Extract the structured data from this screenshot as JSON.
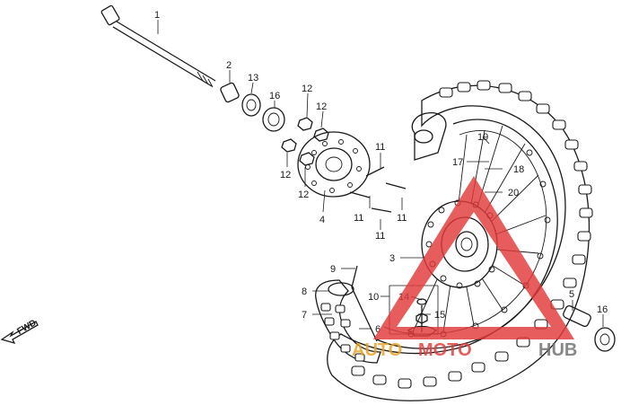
{
  "diagram": {
    "forward_label": "FWD",
    "watermark": {
      "word1": "AUTO",
      "word2": "MOTO",
      "word3": "HUB",
      "colors": {
        "triangle": "#e23a3a",
        "word1": "#e8a020",
        "word2": "#e23a3a",
        "word3": "#6e6e6e"
      }
    },
    "callouts": {
      "axle": "1",
      "collar_left": "2",
      "hub_assembly": "3",
      "brake_disc": "4",
      "side_collar": "5",
      "dust_seal": "6",
      "tire": "7",
      "tube": "8",
      "rim_band": "9",
      "air_valve": "10",
      "disc_bolt_a": "11",
      "disc_bolt_b": "11",
      "disc_bolt_c": "11",
      "disc_bolt_d": "11",
      "nut_a": "12",
      "nut_b": "12",
      "nut_c": "12",
      "nut_d": "12",
      "oil_seal": "13",
      "valve_nut": "14",
      "valve_cap": "15",
      "bearing_left": "16",
      "bearing_right": "16",
      "spoke_a": "17",
      "spoke_b": "18",
      "spoke_c": "19",
      "spoke_d": "20"
    }
  }
}
